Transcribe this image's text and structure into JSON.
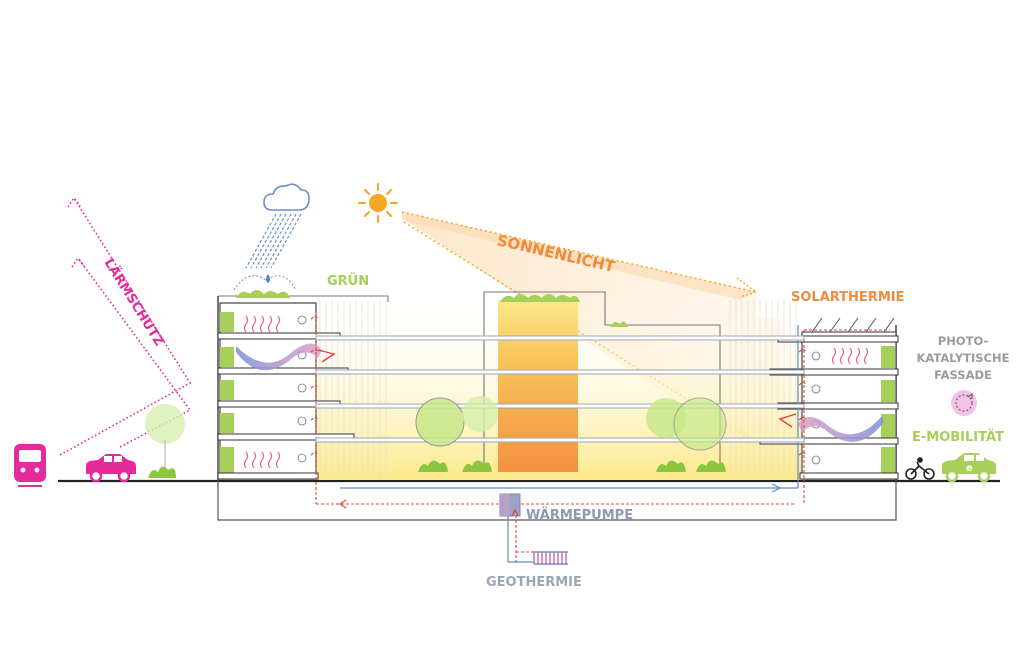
{
  "labels": {
    "laermschutz": "LÄRMSCHUTZ",
    "gruen": "GRÜN",
    "sonnenlicht": "SONNENLICHT",
    "solarthermie": "SOLARTHERMIE",
    "photo_line1": "PHOTO-",
    "photo_line2": "KATALYTISCHE",
    "photo_line3": "FASSADE",
    "emobilitaet": "E-MOBILITÄT",
    "waermepumpe": "WÄRMEPUMPE",
    "geothermie": "GEOTHERMIE"
  },
  "colors": {
    "magenta": "#e62a9c",
    "green": "#a6d05a",
    "sun": "#f5a623",
    "solar_orange": "#f08a3c",
    "photo_gray": "#9b9b9b",
    "heat_red": "#e8413c",
    "pipe_blue": "#5b8cc8",
    "pump_label": "#8b9bb0",
    "geo_label": "#9aa6b6",
    "core_orange": "#f6a04d",
    "core_yellow": "#fde36a"
  },
  "icons": [
    "train-icon",
    "car-icon",
    "tree-icon",
    "cloud-rain-icon",
    "sun-icon",
    "bicycle-icon",
    "electric-car-icon",
    "catalysis-icon",
    "heat-pump-icon",
    "geothermal-coil-icon"
  ]
}
